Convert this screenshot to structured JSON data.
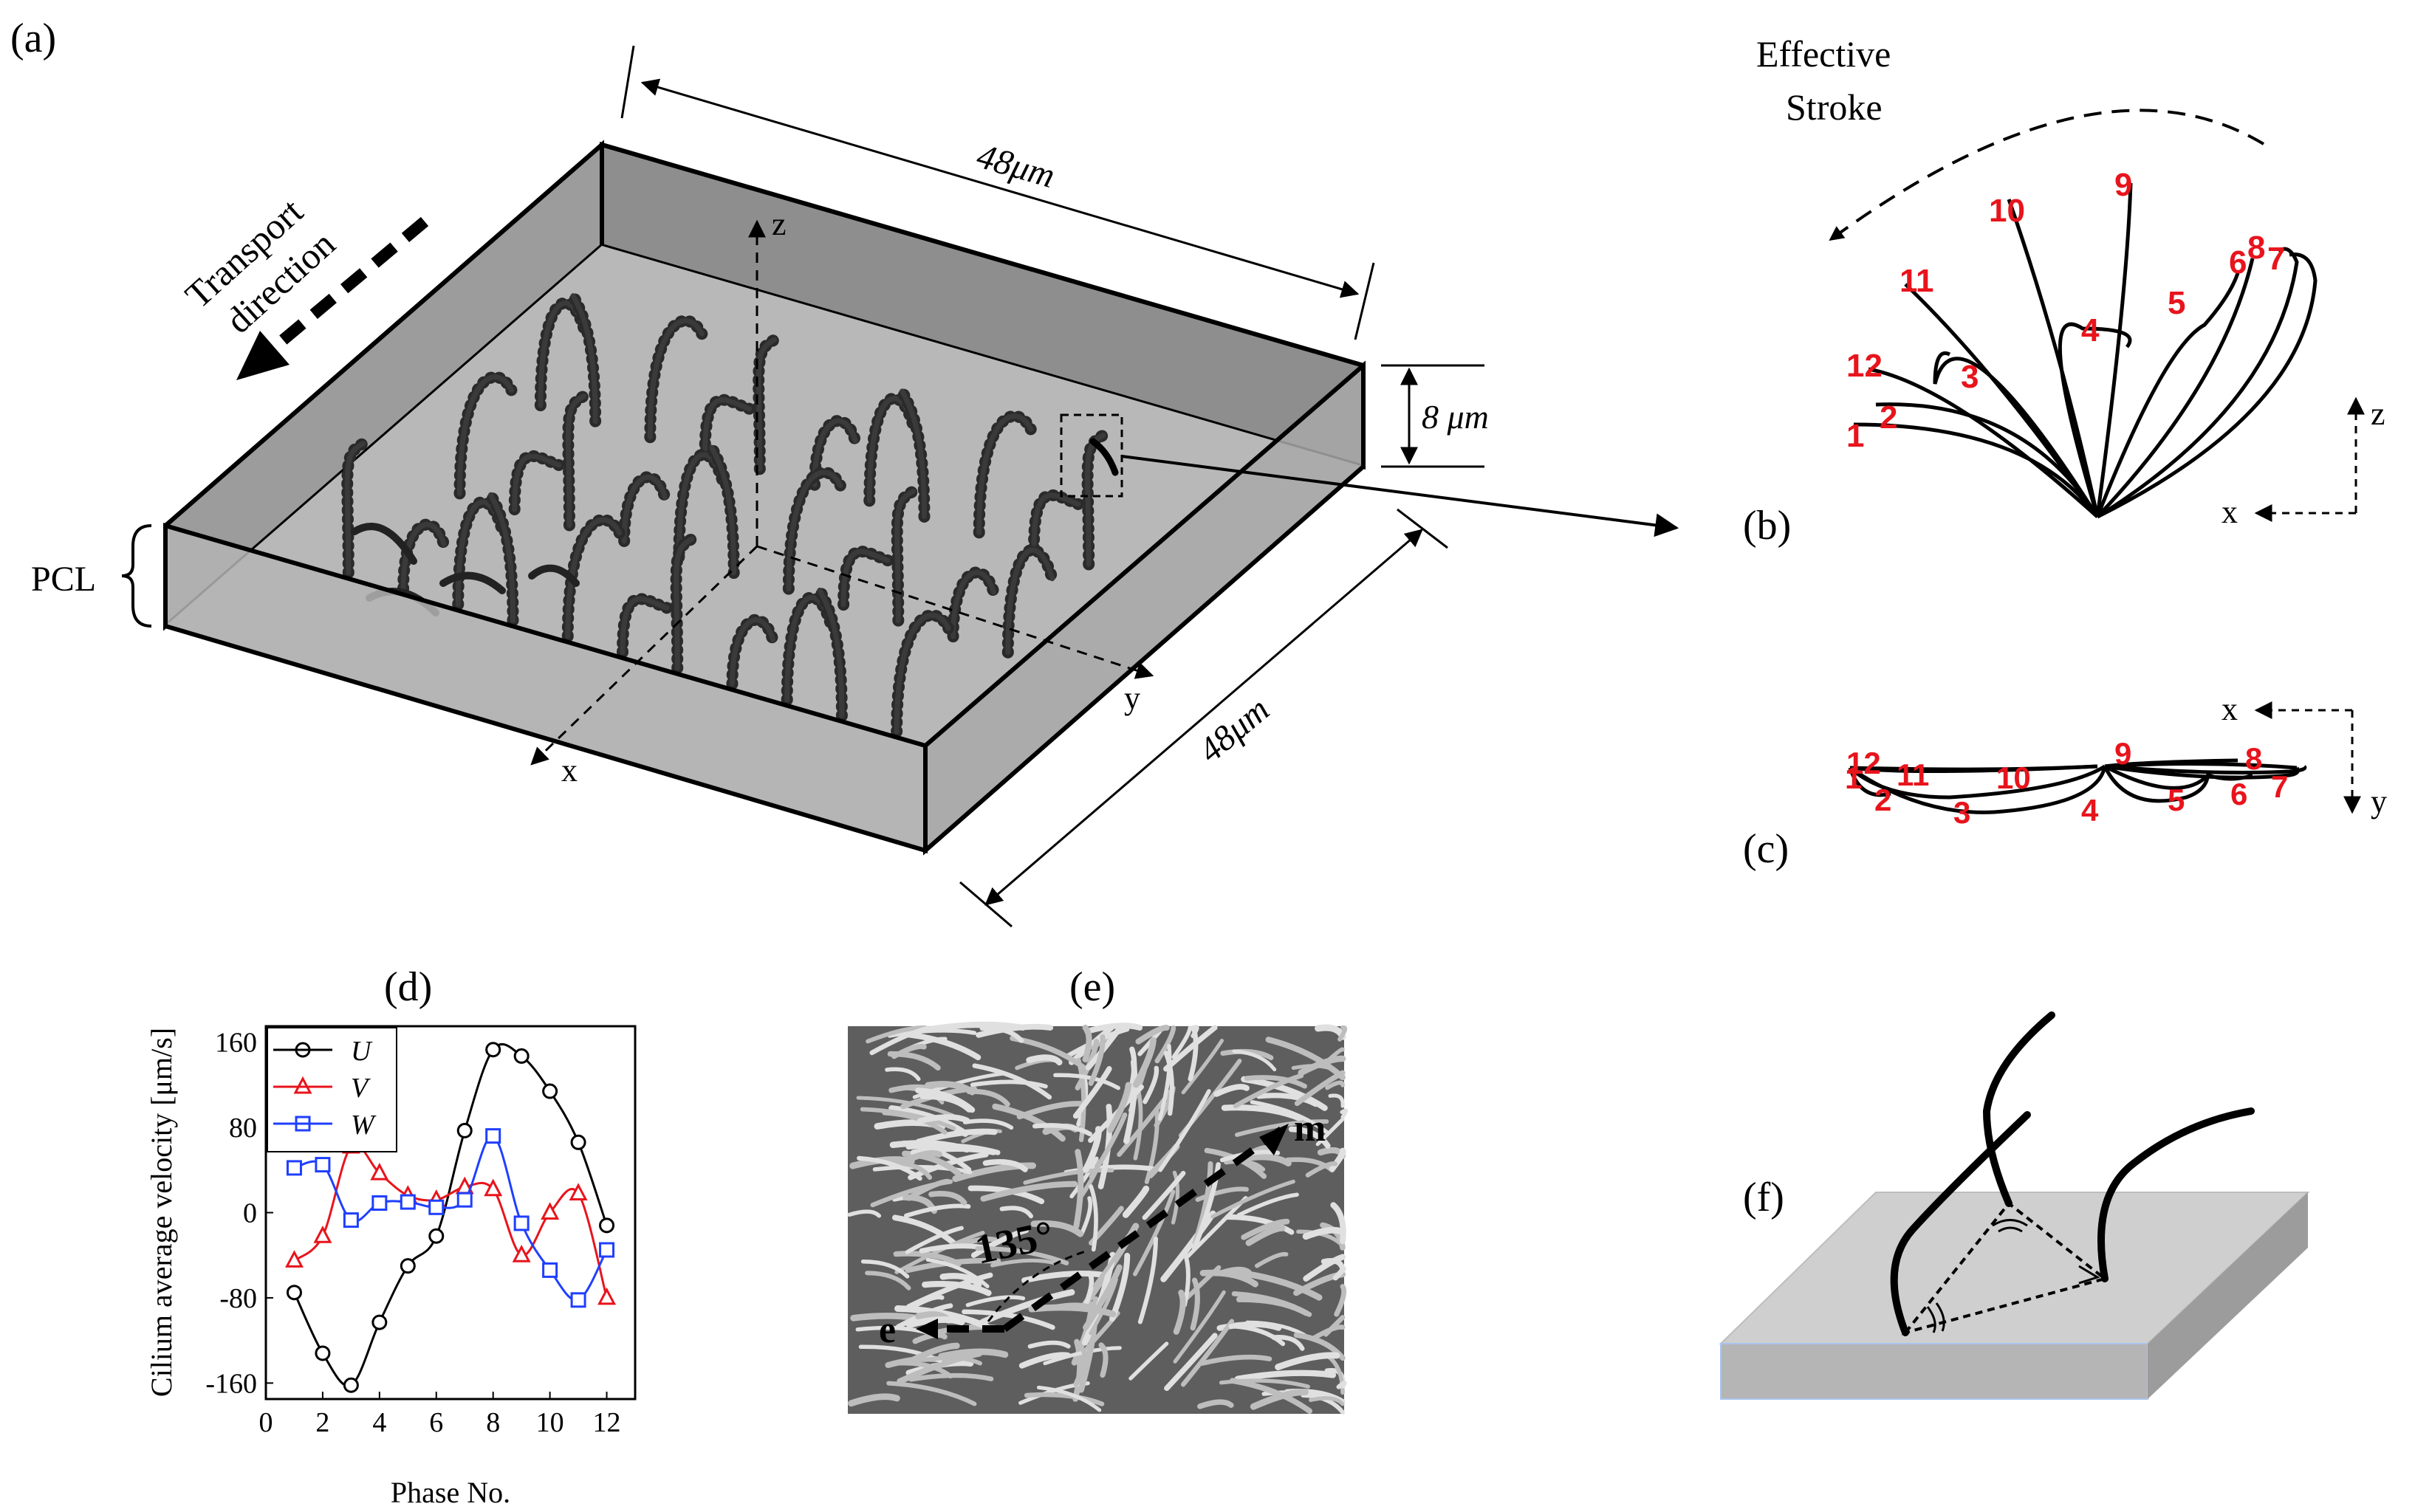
{
  "panels": {
    "a": {
      "label": "(a)",
      "dim_length": "48μm",
      "dim_width": "48μm",
      "dim_height": "8 μm",
      "transport_line1": "Transport",
      "transport_line2": "direction",
      "pcl": "PCL",
      "axis_x": "x",
      "axis_y": "y",
      "axis_z": "z"
    },
    "b": {
      "label": "(b)",
      "title_line1": "Effective",
      "title_line2": "Stroke",
      "phase_numbers": [
        "1",
        "2",
        "3",
        "4",
        "5",
        "6",
        "7",
        "8",
        "9",
        "10",
        "11",
        "12"
      ],
      "axis_x": "x",
      "axis_z": "z"
    },
    "c": {
      "label": "(c)",
      "phase_numbers": [
        "1",
        "2",
        "3",
        "4",
        "5",
        "6",
        "7",
        "8",
        "9",
        "10",
        "11",
        "12"
      ],
      "axis_x": "x",
      "axis_y": "y"
    },
    "e": {
      "label": "(e)",
      "angle": "135°",
      "arrow_m": "m",
      "arrow_e": "e"
    },
    "f": {
      "label": "(f)"
    }
  },
  "chart_data": {
    "type": "line",
    "panel_label": "(d)",
    "xlabel": "Phase No.",
    "ylabel": "Cilium average velocity [μm/s]",
    "xlim": [
      0,
      13
    ],
    "ylim": [
      -175,
      175
    ],
    "xticks": [
      "0",
      "2",
      "4",
      "6",
      "8",
      "10",
      "12"
    ],
    "yticks": [
      "-160",
      "-80",
      "0",
      "80",
      "160"
    ],
    "legend_position": "top-left",
    "x": [
      1,
      2,
      3,
      4,
      5,
      6,
      7,
      8,
      9,
      10,
      11,
      12
    ],
    "series": [
      {
        "name": "U",
        "color": "#000000",
        "marker": "circle",
        "values": [
          -75,
          -132,
          -162,
          -103,
          -50,
          -22,
          77,
          153,
          147,
          114,
          66,
          -12
        ]
      },
      {
        "name": "V",
        "color": "#e8141c",
        "marker": "triangle",
        "values": [
          -45,
          -22,
          62,
          37,
          16,
          12,
          24,
          22,
          -40,
          0,
          18,
          -80
        ]
      },
      {
        "name": "W",
        "color": "#1f3fff",
        "marker": "square",
        "values": [
          42,
          45,
          -7,
          9,
          10,
          5,
          12,
          72,
          -10,
          -54,
          -82,
          -35
        ]
      }
    ]
  }
}
